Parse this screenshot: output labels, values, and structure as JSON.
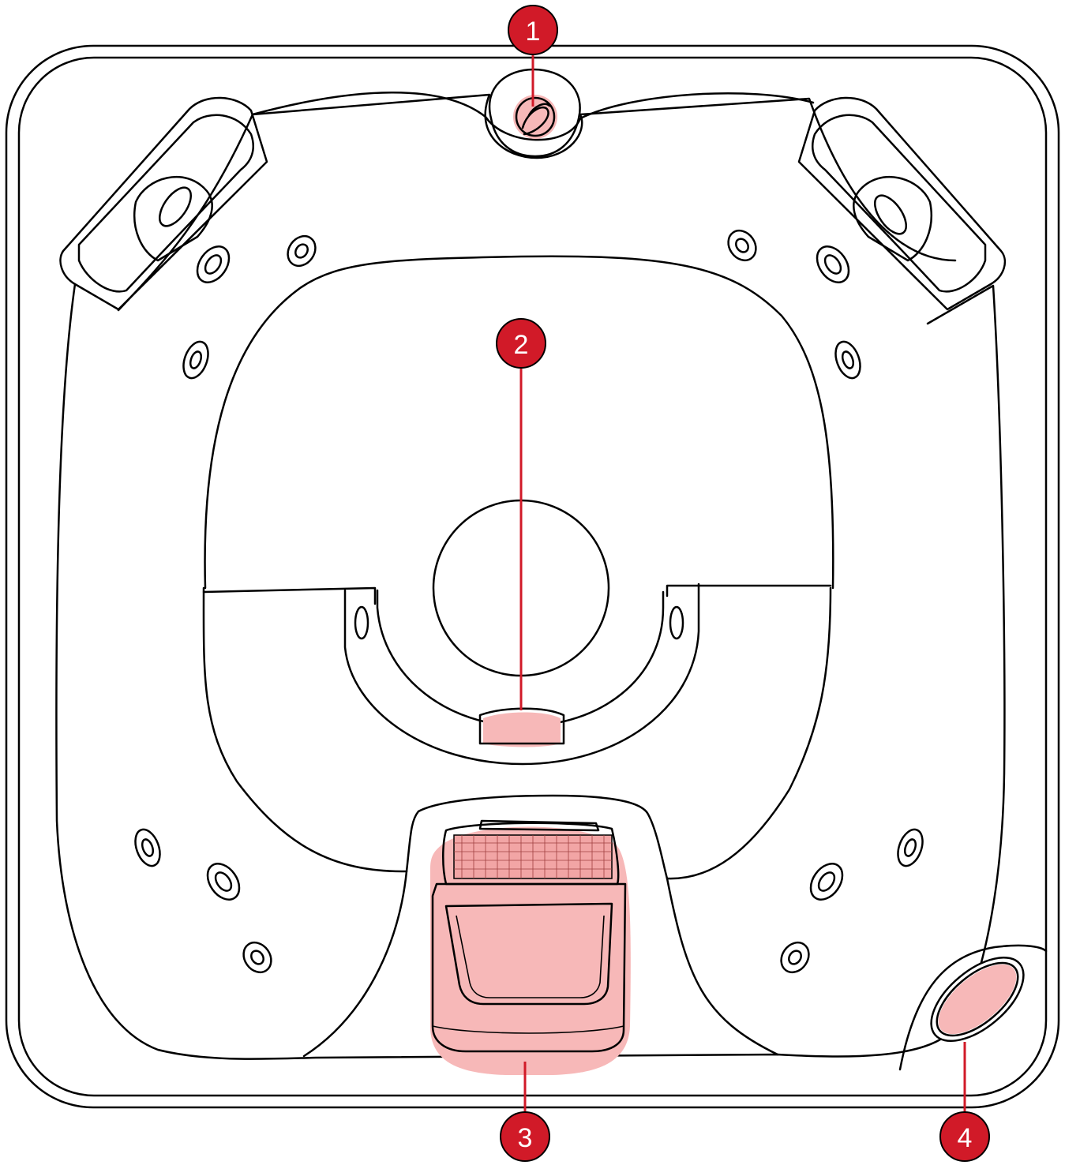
{
  "colors": {
    "outline": "#000000",
    "callout": "#d11a28",
    "highlight": "#f7b8b8"
  },
  "callouts": [
    {
      "label": "1",
      "part": "top-fitting"
    },
    {
      "label": "2",
      "part": "center-fitting"
    },
    {
      "label": "3",
      "part": "skimmer-filter"
    },
    {
      "label": "4",
      "part": "corner-fitting"
    }
  ]
}
